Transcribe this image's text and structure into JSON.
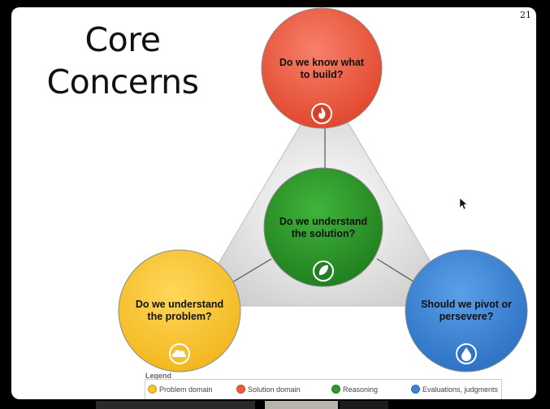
{
  "slide": {
    "number": "21",
    "title": "Core Concerns"
  },
  "nodes": {
    "top": {
      "line1": "Do we know what",
      "line2": "to build?",
      "color": "#ee5a3c",
      "icon": "flame-icon"
    },
    "center": {
      "line1": "Do we understand",
      "line2": "the solution?",
      "color": "#2f9a2c",
      "icon": "leaf-icon"
    },
    "left": {
      "line1": "Do we understand",
      "line2": "the problem?",
      "color": "#f6c431",
      "icon": "cloud-icon"
    },
    "right": {
      "line1": "Should we pivot or",
      "line2": "persevere?",
      "color": "#3a85d4",
      "icon": "water-drop-icon"
    }
  },
  "legend": {
    "title": "Legend",
    "items": [
      {
        "label": "Problem domain",
        "color": "#f6c431"
      },
      {
        "label": "Solution domain",
        "color": "#ee5a3c"
      },
      {
        "label": "Reasoning",
        "color": "#2f9a2c"
      },
      {
        "label": "Evaluations, judgments",
        "color": "#3a85d4"
      }
    ]
  }
}
